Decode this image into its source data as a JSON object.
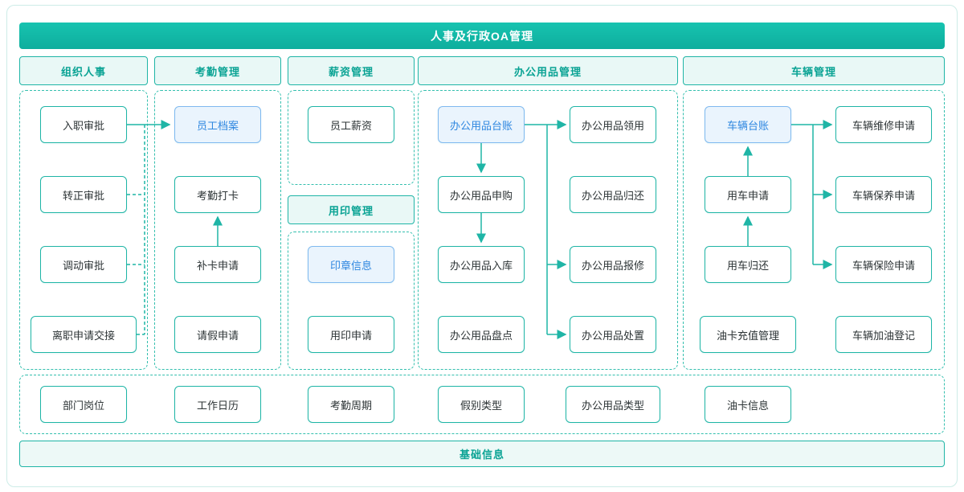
{
  "title": "人事及行政OA管理",
  "footer": "基础信息",
  "headers": {
    "org": "组织人事",
    "attendance": "考勤管理",
    "salary": "薪资管理",
    "seal": "用印管理",
    "office": "办公用品管理",
    "vehicle": "车辆管理"
  },
  "org": {
    "items": [
      "入职审批",
      "转正审批",
      "调动审批",
      "离职申请交接"
    ]
  },
  "attendance": {
    "items": [
      "员工档案",
      "考勤打卡",
      "补卡申请",
      "请假申请"
    ]
  },
  "salary": {
    "items": [
      "员工薪资"
    ]
  },
  "seal": {
    "items": [
      "印章信息",
      "用印申请"
    ]
  },
  "office": {
    "left": [
      "办公用品台账",
      "办公用品申购",
      "办公用品入库",
      "办公用品盘点"
    ],
    "right": [
      "办公用品领用",
      "办公用品归还",
      "办公用品报修",
      "办公用品处置"
    ]
  },
  "vehicle": {
    "left": [
      "车辆台账",
      "用车申请",
      "用车归还",
      "油卡充值管理"
    ],
    "right": [
      "车辆维修申请",
      "车辆保养申请",
      "车辆保险申请",
      "车辆加油登记"
    ]
  },
  "basics": [
    "部门岗位",
    "工作日历",
    "考勤周期",
    "假别类型",
    "办公用品类型",
    "油卡信息"
  ],
  "highlighted_nodes": [
    "员工档案",
    "印章信息",
    "办公用品台账",
    "车辆台账"
  ],
  "colors": {
    "teal": "#12b7a6",
    "teal_light": "#e9f8f6",
    "teal_text": "#0aa394",
    "node_border": "#1fb5a6",
    "dashed_border": "#34bfae",
    "node_text": "#2d3436",
    "highlight_blue": "#2f87e0",
    "highlight_bg": "#eaf4fd",
    "highlight_border": "#7fb9ef",
    "title_bg": "#10b5a4",
    "title_text": "#ffffff"
  }
}
